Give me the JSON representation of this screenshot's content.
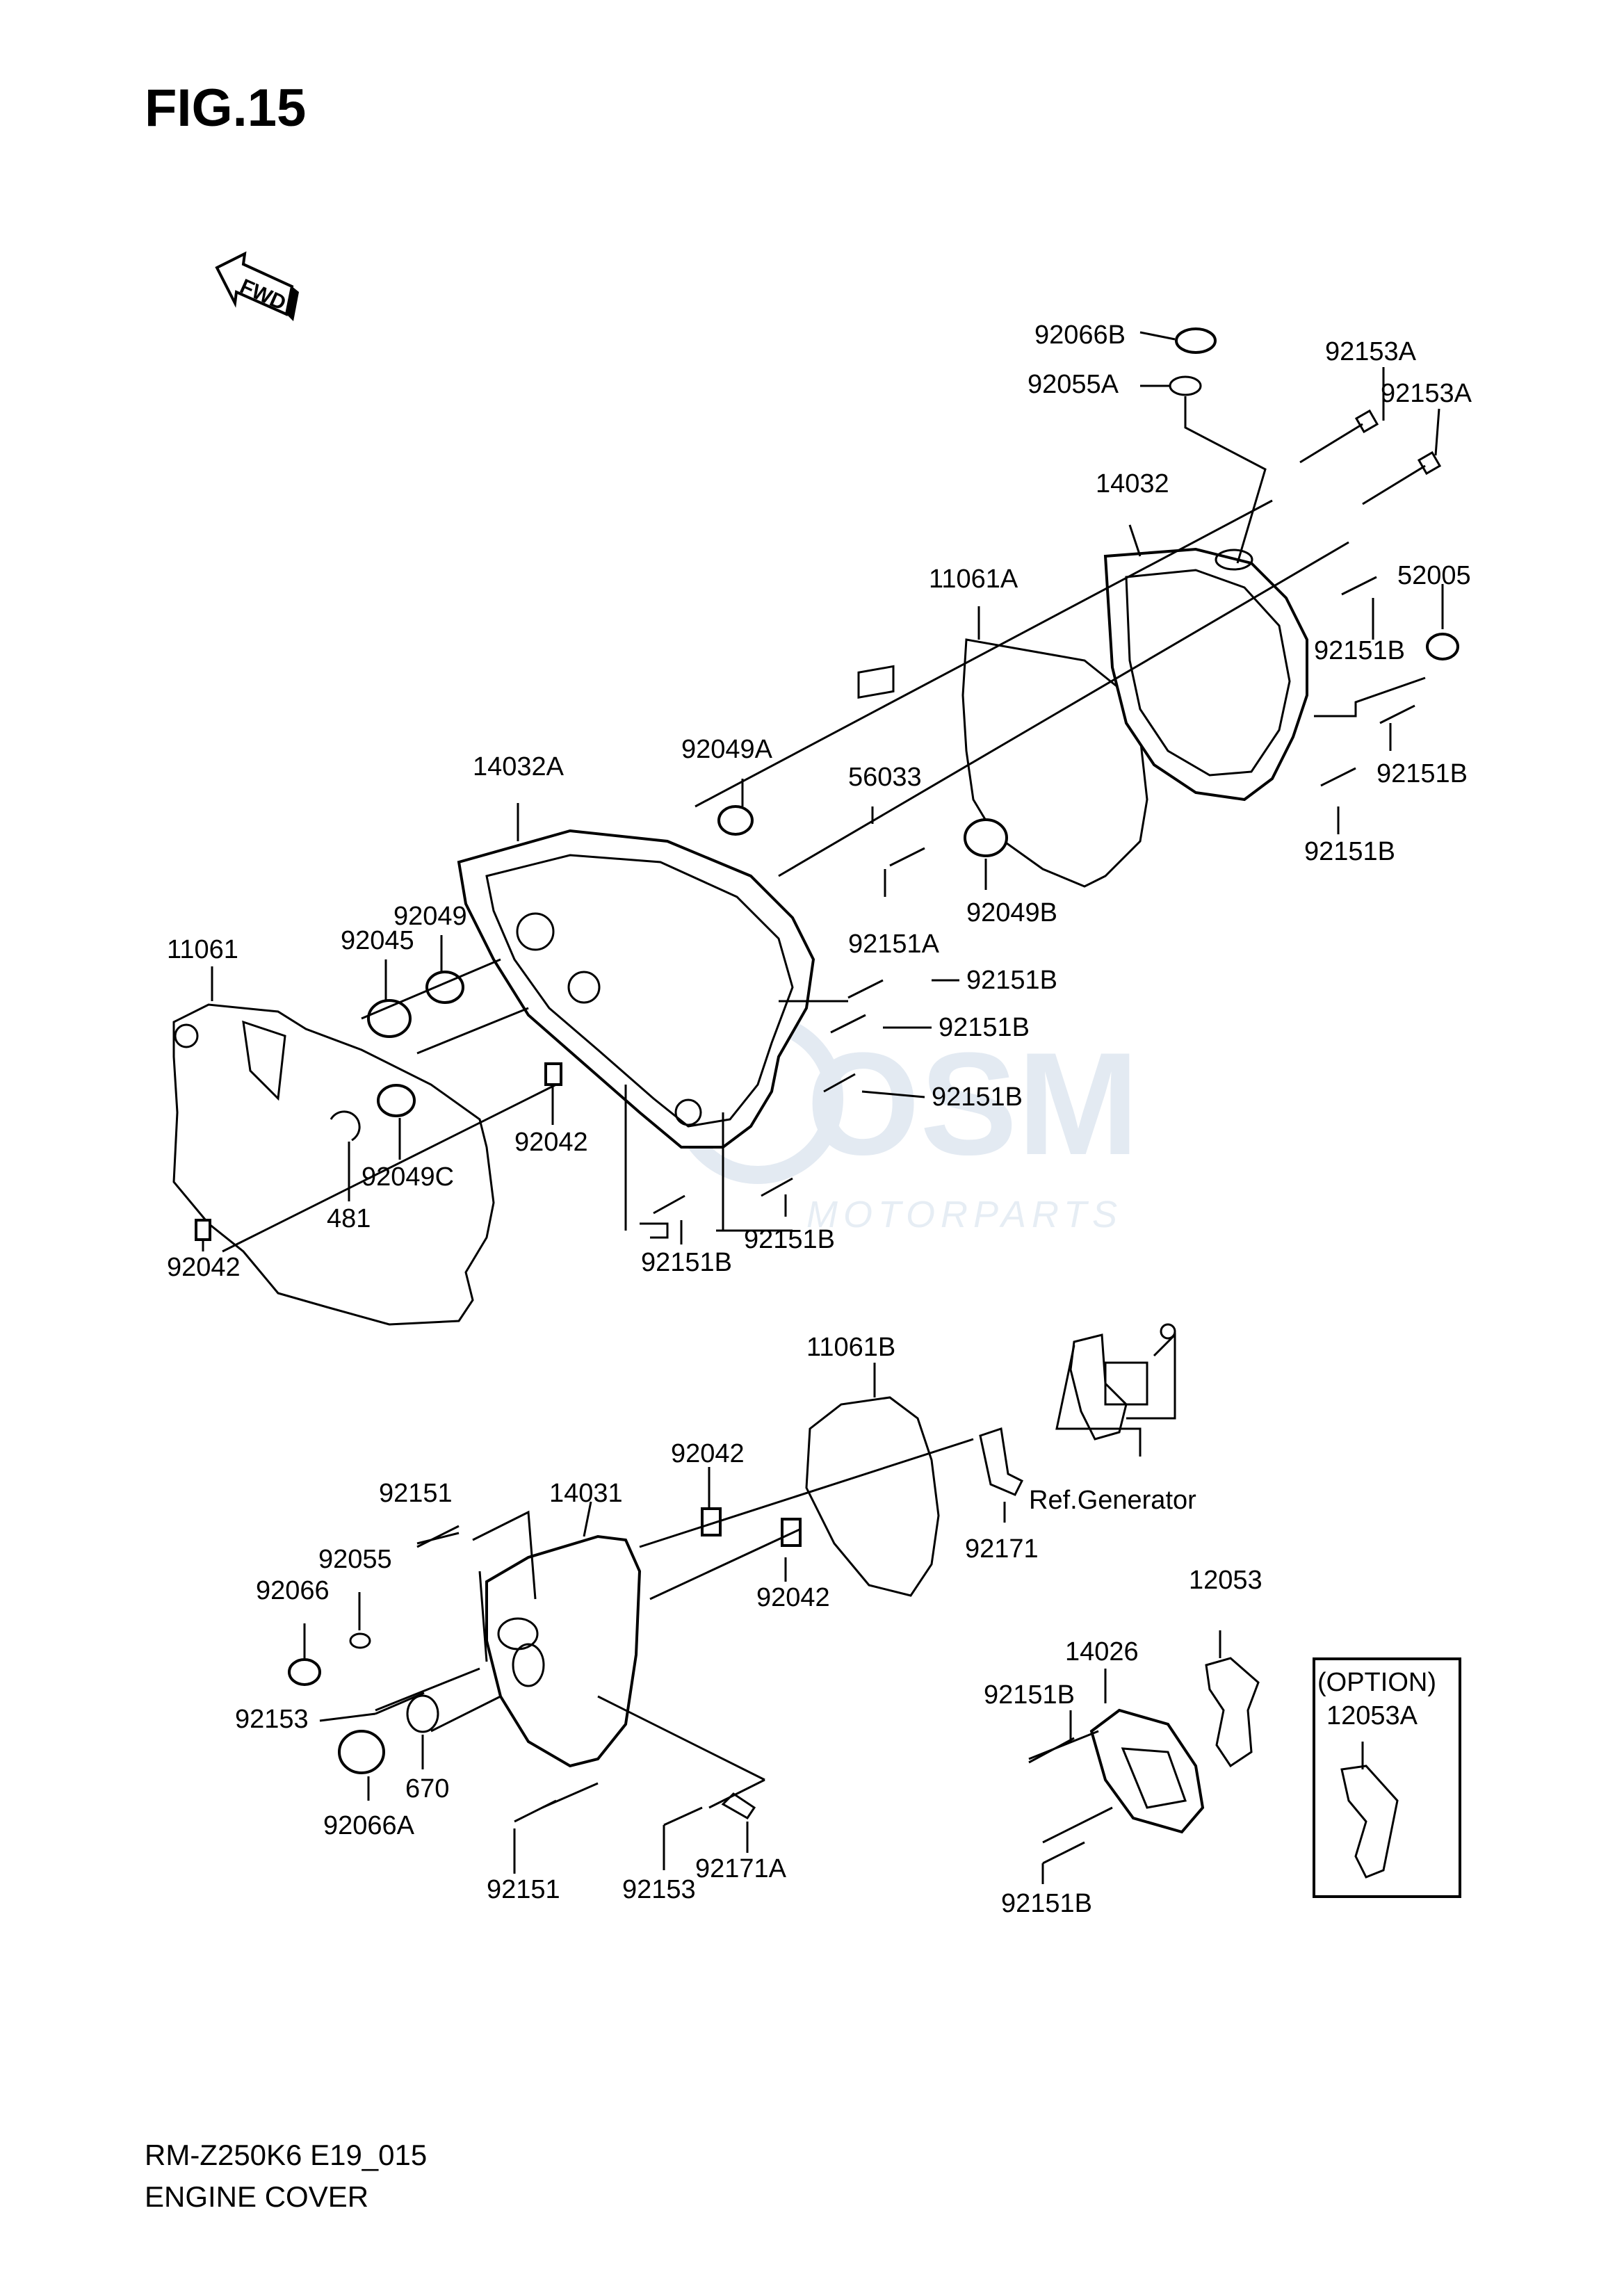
{
  "figure": {
    "title": "FIG.15"
  },
  "fwd_label": "FWD",
  "watermark": {
    "main": "OSM",
    "sub": "MOTORPARTS"
  },
  "footer": {
    "code": "RM-Z250K6 E19_015",
    "name": "ENGINE COVER"
  },
  "option_box": {
    "label": "(OPTION)",
    "part": "12053A"
  },
  "ref_label": "Ref.Generator",
  "parts": {
    "p92066B": "92066B",
    "p92055A": "92055A",
    "p92153A_1": "92153A",
    "p92153A_2": "92153A",
    "p14032": "14032",
    "p52005": "52005",
    "p11061A": "11061A",
    "p92151B_1": "92151B",
    "p92151B_2": "92151B",
    "p92151B_3": "92151B",
    "p92049A": "92049A",
    "p14032A": "14032A",
    "p56033": "56033",
    "p92049": "92049",
    "p92045": "92045",
    "p92151A": "92151A",
    "p92049B": "92049B",
    "p11061": "11061",
    "p92151B_4": "92151B",
    "p92151B_5": "92151B",
    "p92151B_6": "92151B",
    "p92042_1": "92042",
    "p92049C": "92049C",
    "p481": "481",
    "p92042_2": "92042",
    "p92151B_7": "92151B",
    "p92151B_8": "92151B",
    "p11061B": "11061B",
    "p92042_3": "92042",
    "p92151_1": "92151",
    "p14031": "14031",
    "p92171": "92171",
    "p92055": "92055",
    "p92066": "92066",
    "p92042_4": "92042",
    "p12053": "12053",
    "p14026": "14026",
    "p92151B_9": "92151B",
    "p92153_1": "92153",
    "p670": "670",
    "p92066A": "92066A",
    "p92151_2": "92151",
    "p92153_2": "92153",
    "p92171A": "92171A",
    "p92151B_10": "92151B"
  }
}
